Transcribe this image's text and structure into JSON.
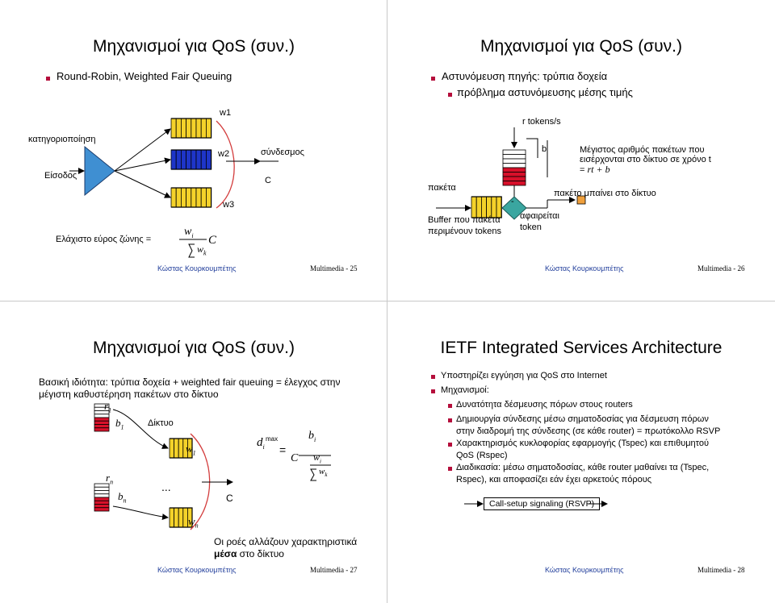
{
  "slide1": {
    "title": "Μηχανισμοί για QoS (συν.)",
    "bullet": "Round-Robin, Weighted Fair Queuing",
    "classification": "κατηγοριοποίηση",
    "input": "Είσοδος",
    "w1": "w1",
    "w2": "w2",
    "w3": "w3",
    "link": "σύνδεσμος",
    "c": "C",
    "min_bw": "Ελάχιστο εύρος ζώνης =",
    "formula_num": "w",
    "formula_num_sub": "i",
    "formula_den": "w",
    "formula_den_sub": "k",
    "formula_c": "C",
    "author": "Κώστας Κουρκουμπέτης",
    "page": "Multimedia  - 25"
  },
  "slide2": {
    "title": "Μηχανισμοί για QoS (συν.)",
    "bullet": "Αστυνόμευση πηγής: τρύπια δοχεία",
    "subbullet": "πρόβλημα αστυνόμευσης μέσης τιμής",
    "rate": "r  tokens/s",
    "b": "b",
    "max_desc_1": "Μέγιστος αριθμός πακέτων που",
    "max_desc_2": "εισέρχονται στο δίκτυο σε χρόνο t",
    "max_desc_3_prefix": "=",
    "max_desc_3_formula": "rt + b",
    "packets": "πακέτα",
    "packet_enters": "πακέτο μπαίνει στο δίκτυο",
    "minus": "-",
    "buffer_1": "Buffer που πακέτα",
    "buffer_2": "περιμένουν tokens",
    "removed_1": "αφαιρείται",
    "removed_2": "token",
    "author": "Κώστας Κουρκουμπέτης",
    "page": "Multimedia  - 26"
  },
  "slide3": {
    "title": "Μηχανισμοί για QoS (συν.)",
    "body_1": "Βασική ιδιότητα: τρύπια δοχεία + weighted fair queuing = έλεγχος στην",
    "body_2": "μέγιστη καθυστέρηση πακέτων στο δίκτυο",
    "r1": "r",
    "r1_sub": "1",
    "b1": "b",
    "b1_sub": "1",
    "network": "Δίκτυο",
    "w1": "w",
    "w1_sub": "1",
    "rn": "r",
    "rn_sub": "n",
    "bn": "b",
    "bn_sub": "n",
    "dots": "...",
    "c": "C",
    "wn": "w",
    "wn_sub": "n",
    "d": "d",
    "d_sub": "i",
    "d_sup": "max",
    "eq": "=",
    "f_b": "b",
    "f_b_sub": "i",
    "f_c": "C",
    "f_wi": "w",
    "f_wi_sub": "i",
    "f_wk": "w",
    "f_wk_sub": "k",
    "note_1": "Οι ροές αλλάζουν χαρακτηριστικά",
    "note_2_bold": "μέσα",
    "note_2_rest": " στο δίκτυο",
    "author": "Κώστας Κουρκουμπέτης",
    "page": "Multimedia  - 27"
  },
  "slide4": {
    "title": "IETF Integrated Services Architecture",
    "bullet_1": "Υποστηρίζει εγγύηση για QoS στο Internet",
    "bullet_2": "Μηχανισμοί:",
    "sub_1": "Δυνατότητα δέσμευσης πόρων στους routers",
    "sub_2_1": "Δημιουργία σύνδεσης μέσω σηματοδοσίας για δέσμευση πόρων",
    "sub_2_2": "στην διαδρομή της σύνδεσης (σε κάθε router) = πρωτόκολλο RSVP",
    "sub_3_1": "Χαρακτηρισμός κυκλοφορίας εφαρμογής (Tspec) και επιθυμητού",
    "sub_3_2": "QoS (Rspec)",
    "sub_4_1": "Διαδικασία: μέσω σηματοδοσίας, κάθε router μαθαίνει τα (Tspec,",
    "sub_4_2": "Rspec), και αποφασίζει εάν έχει αρκετούς πόρους",
    "callsetup": "Call-setup signaling (RSVP)",
    "author": "Κώστας Κουρκουμπέτης",
    "page": "Multimedia  - 28"
  },
  "colors": {
    "queue_yellow": "#f4d22a",
    "queue_blue": "#1e35c8",
    "bucket_red": "#d8102a",
    "classifier_blue": "#3f8fd2",
    "link_red": "#d33c3c",
    "token_teal": "#3aa6a0",
    "packet_orange": "#f0a03c",
    "bullet_red": "#b50f3c",
    "author_blue": "#1f3c9a"
  }
}
